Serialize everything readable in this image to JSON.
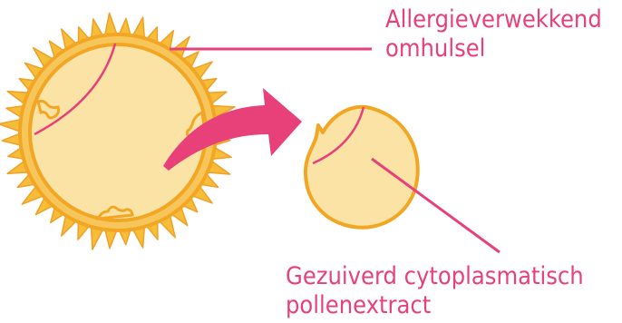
{
  "colors": {
    "accent": "#e8417a",
    "grain_fill": "#fbe3a5",
    "grain_outline": "#f2a623",
    "spikes": "#f6be38"
  },
  "labels": {
    "envelope_line1": "Allergieverwekkend",
    "envelope_line2": "omhulsel",
    "extract_line1": "Gezuiverd cytoplasmatisch",
    "extract_line2": "pollenextract"
  }
}
